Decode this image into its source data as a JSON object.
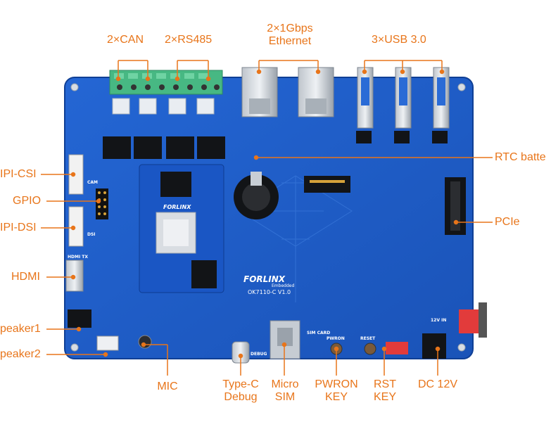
{
  "title_colors": {
    "label": "#e8751a",
    "board": "#1f5cc9",
    "board_dark": "#17489e"
  },
  "labels": {
    "can": "2×CAN",
    "rs485": "2×RS485",
    "ethernet_line1": "2×1Gbps",
    "ethernet_line2": "Ethernet",
    "usb": "3×USB 3.0",
    "rtc": "RTC batte",
    "mipi_csi": "IPI-CSI",
    "gpio": "GPIO",
    "mipi_dsi": "IPI-DSI",
    "hdmi": "HDMI",
    "pcie": "PCIe",
    "speaker1": "peaker1",
    "speaker2": "peaker2",
    "mic": "MIC",
    "typec_line1": "Type-C",
    "typec_line2": "Debug",
    "sim_line1": "Micro",
    "sim_line2": "SIM",
    "pwron_line1": "PWRON",
    "pwron_line2": "KEY",
    "rst_line1": "RST",
    "rst_line2": "KEY",
    "dc": "DC 12V"
  },
  "silkscreen": {
    "brand": "FORLINX",
    "brand_sub": "Embedded",
    "model": "OK7110-C V1.0",
    "module_brand": "FORLINX",
    "cam": "CAM",
    "dsi": "DSI",
    "hdmi_tx": "HDMI TX",
    "sim_card": "SIM CARD",
    "pwron": "PWRON",
    "reset": "RESET",
    "debug": "DEBUG",
    "v12_in": "12V IN"
  }
}
